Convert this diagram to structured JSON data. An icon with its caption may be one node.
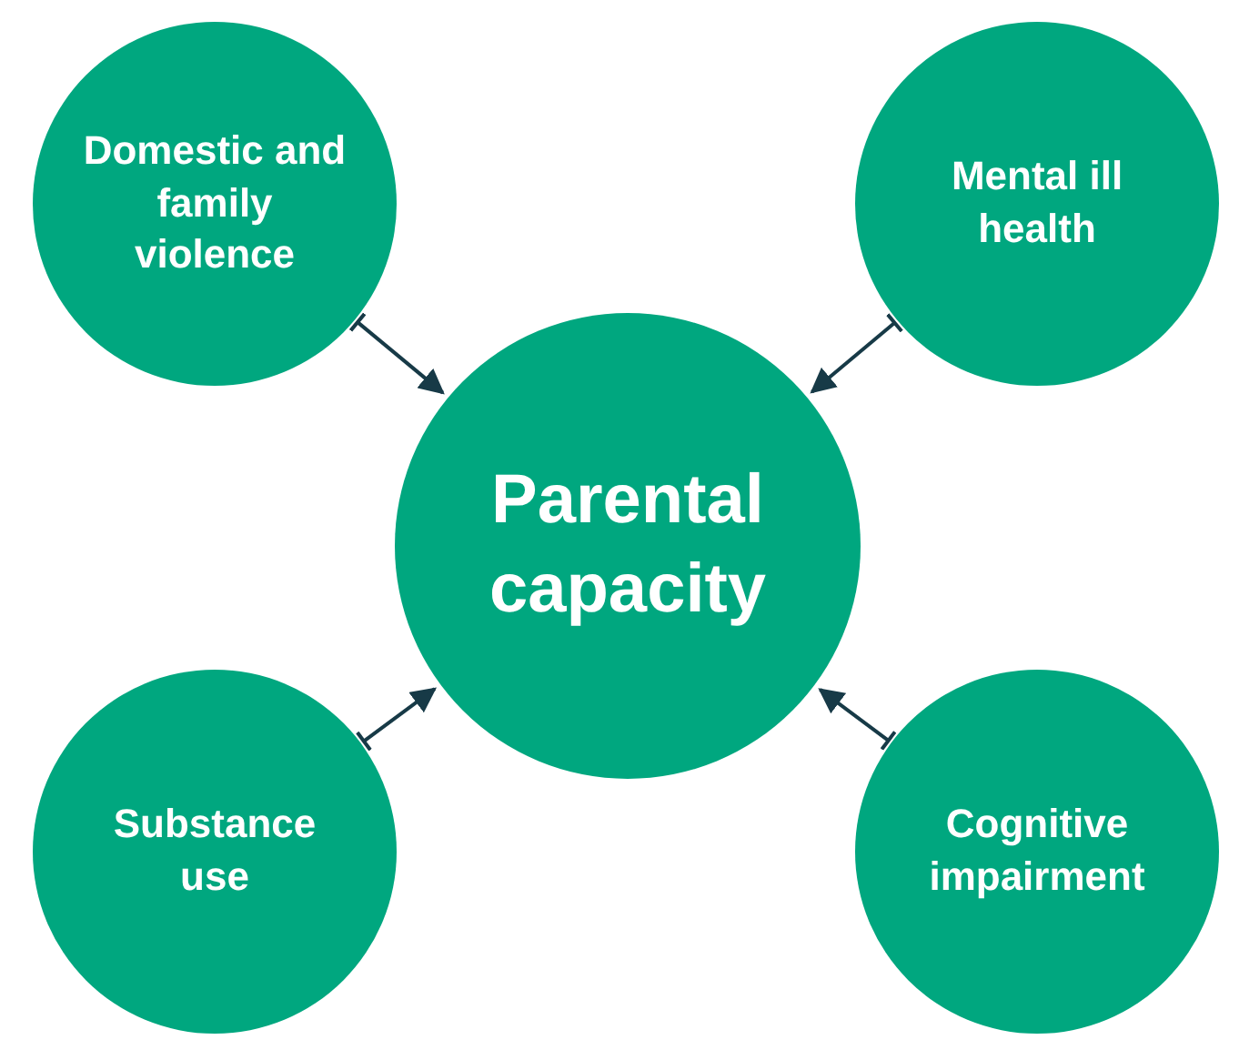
{
  "diagram": {
    "nodes": [
      {
        "text": [
          "Domestic and family violence"
        ]
      },
      {
        "text": [
          "Mental ill health"
        ]
      },
      {
        "text": [
          "Parental capacity"
        ]
      },
      {
        "text": [
          "Substance use"
        ]
      },
      {
        "text": [
          "Cognitive impairment"
        ]
      }
    ],
    "edges": [
      {
        "from": 0,
        "to": 2,
        "arrow": "to"
      },
      {
        "from": 1,
        "to": 2,
        "arrow": "to"
      },
      {
        "from": 3,
        "to": 2,
        "arrow": "to"
      },
      {
        "from": 4,
        "to": 2,
        "arrow": "to"
      }
    ]
  }
}
